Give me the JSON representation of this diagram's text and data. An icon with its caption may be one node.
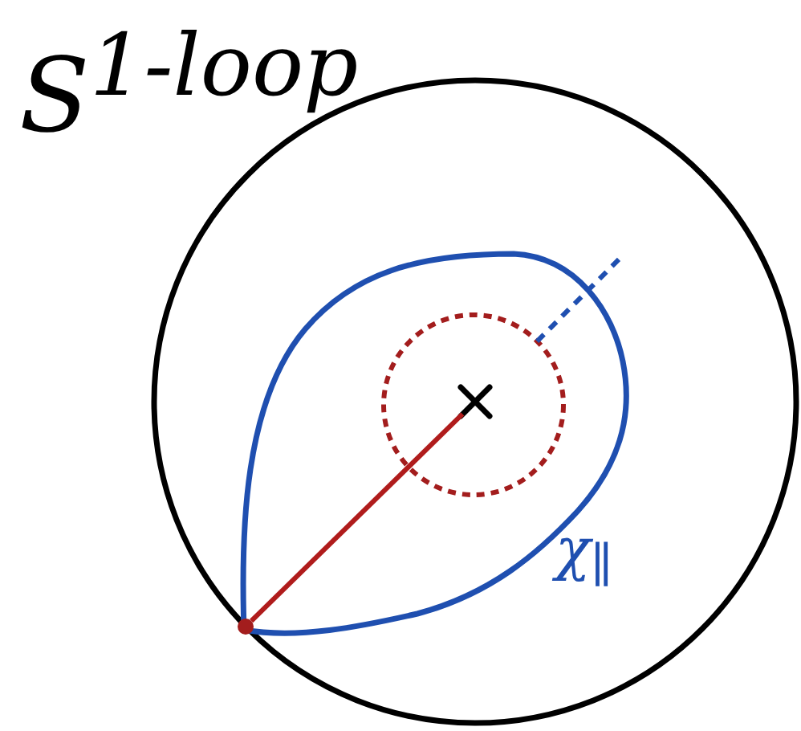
{
  "diagram": {
    "title": "S$^{1-loop}$",
    "nodes": [
      {
        "text": [],
        "shape": "circle"
      },
      {
        "text": [],
        "shape": "loop",
        "in": 0
      },
      {
        "text": [],
        "shape": "circle",
        "in": 1
      },
      {
        "text": [],
        "shape": "cross",
        "in": 2
      },
      {
        "text": [],
        "shape": "dot"
      }
    ],
    "edges": [
      {
        "from": 4,
        "to": 3,
        "arrow": "none",
        "color": "#b01c1c"
      },
      {
        "from": 2,
        "to": null,
        "arrow": "none",
        "style": "dashed",
        "color": "#1f4fb0"
      }
    ],
    "labels": [
      "χ$_{∥}$"
    ]
  }
}
